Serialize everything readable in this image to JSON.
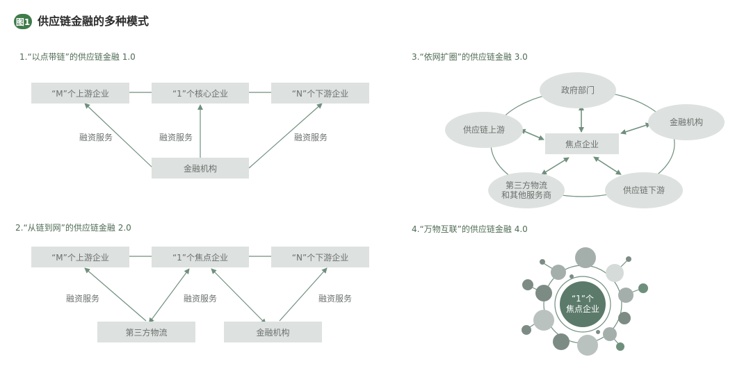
{
  "figure": {
    "badge": "图1",
    "title": "供应链金融的多种模式"
  },
  "s1": {
    "title": "1.“以点带链”的供应链金融 1.0",
    "box_m": "“M”个上游企业",
    "box_1": "“1”个核心企业",
    "box_n": "“N”个下游企业",
    "box_fin": "金融机构",
    "label_left": "融资服务",
    "label_mid": "融资服务",
    "label_right": "融资服务"
  },
  "s2": {
    "title": "2.“从链到网”的供应链金融 2.0",
    "box_m": "“M”个上游企业",
    "box_1": "“1”个焦点企业",
    "box_n": "“N”个下游企业",
    "box_third": "第三方物流",
    "box_fin": "金融机构",
    "label_left": "融资服务",
    "label_mid": "融资服务",
    "label_right": "融资服务"
  },
  "s3": {
    "title": "3.“依网扩圈”的供应链金融 3.0",
    "center": "焦点企业",
    "gov": "政府部门",
    "fin": "金融机构",
    "upstream": "供应链上游",
    "downstream": "供应链下游",
    "third_line1": "第三方物流",
    "third_line2": "和其他服务商"
  },
  "s4": {
    "title": "4.“万物互联”的供应链金融 4.0",
    "hub_line1": "“1”个",
    "hub_line2": "焦点企业"
  },
  "colors": {
    "accent": "#3f7a4b",
    "box": "#dde1df",
    "line": "#6f8f7d",
    "hub": "#5b7a6a"
  }
}
